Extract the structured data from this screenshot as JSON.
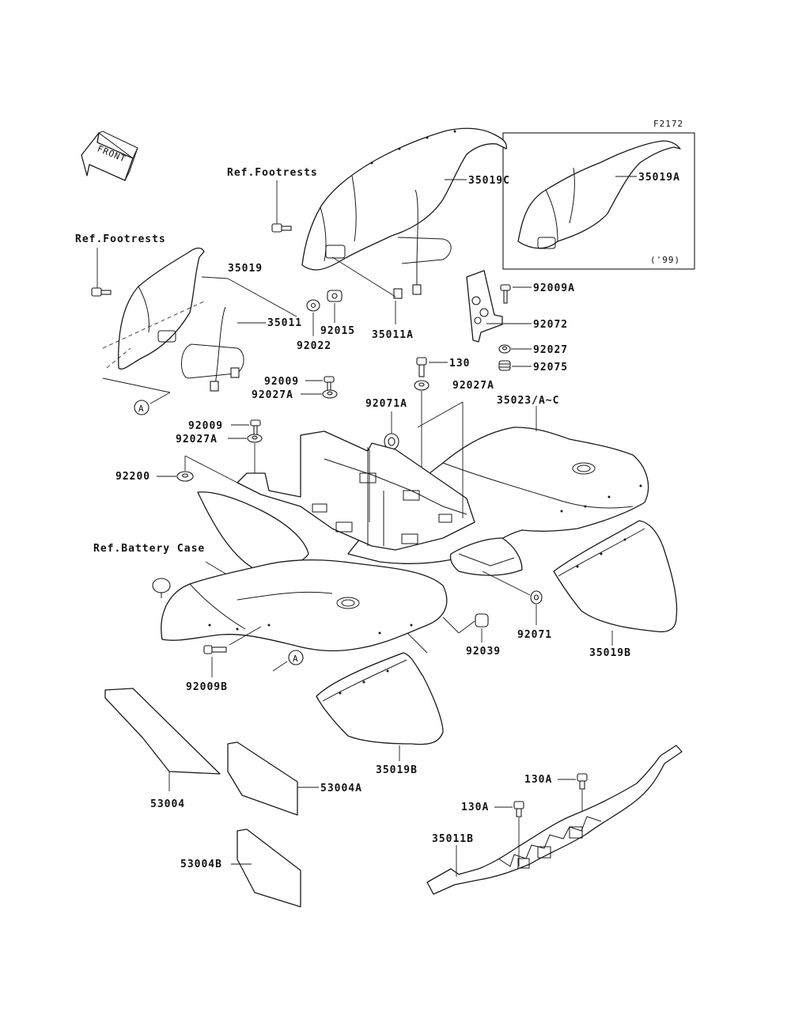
{
  "figure_code": "F2172",
  "inset_year_label": "('99)",
  "front_arrow_label": "FRONT",
  "reference_labels": {
    "footrests_upper": "Ref.Footrests",
    "footrests_left": "Ref.Footrests",
    "battery_case": "Ref.Battery Case"
  },
  "callout_marks": {
    "mark_left": "A",
    "mark_center": "A"
  },
  "part_numbers": {
    "p35019C": "35019C",
    "p35019A": "35019A",
    "p35019": "35019",
    "p35011": "35011",
    "p92015": "92015",
    "p92022": "92022",
    "p35011A": "35011A",
    "p92009A": "92009A",
    "p92072": "92072",
    "p92027": "92027",
    "p92075": "92075",
    "p130": "130",
    "p92027A_right": "92027A",
    "p92009_a": "92009",
    "p92027A_a": "92027A",
    "p92071A": "92071A",
    "p35023": "35023/A~C",
    "p92009_b": "92009",
    "p92027A_b": "92027A",
    "p92200": "92200",
    "p92071": "92071",
    "p92039": "92039",
    "p35019B_right": "35019B",
    "p92009B": "92009B",
    "p35019B_center": "35019B",
    "p53004": "53004",
    "p53004A": "53004A",
    "p53004B": "53004B",
    "p130A_top": "130A",
    "p130A_mid": "130A",
    "p35011B": "35011B"
  }
}
